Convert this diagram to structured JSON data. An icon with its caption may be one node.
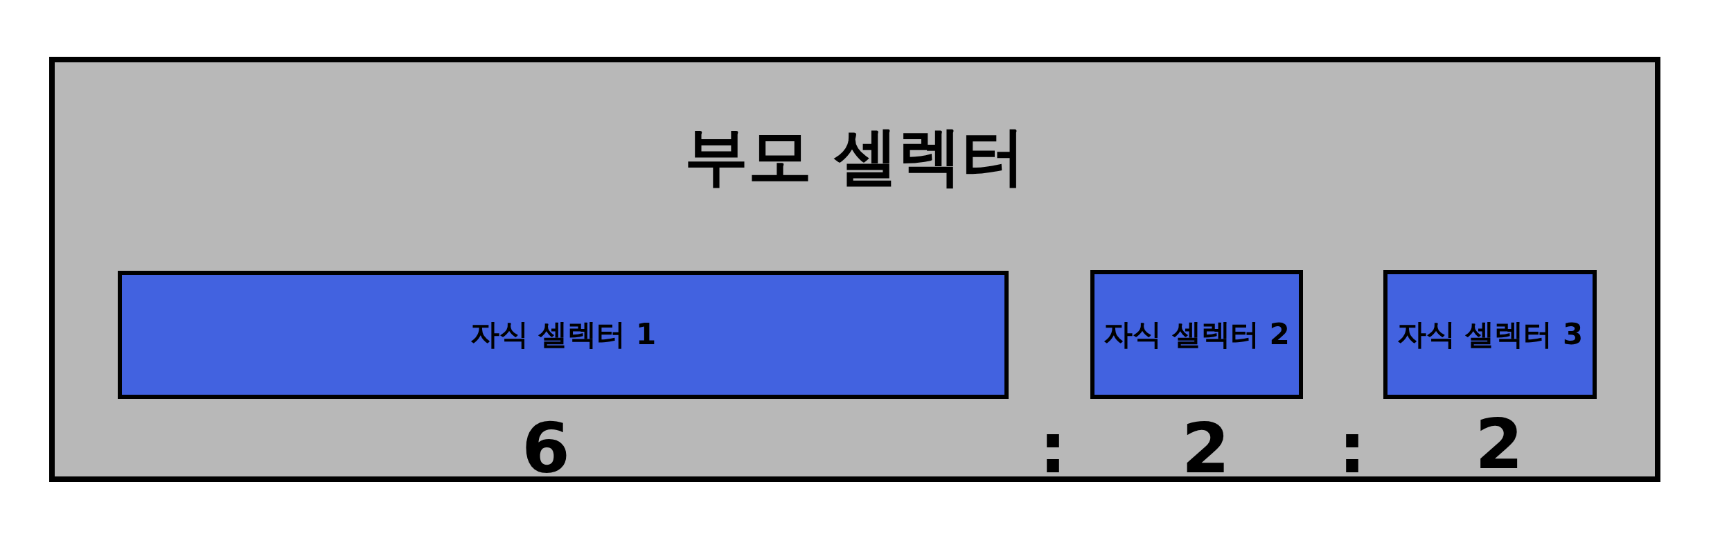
{
  "diagram": {
    "nodes": [
      {
        "text": [
          "부모 셀렉터"
        ]
      },
      {
        "text": [
          "자식 셀렉터 1"
        ],
        "in": 0,
        "beside": [
          "6"
        ]
      },
      {
        "text": [
          "자식 셀렉터 2"
        ],
        "in": 0,
        "beside": [
          "2"
        ]
      },
      {
        "text": [
          "자식 셀렉터 3"
        ],
        "in": 0,
        "beside": [
          "2"
        ]
      }
    ],
    "labels": [
      ":",
      ":"
    ]
  }
}
